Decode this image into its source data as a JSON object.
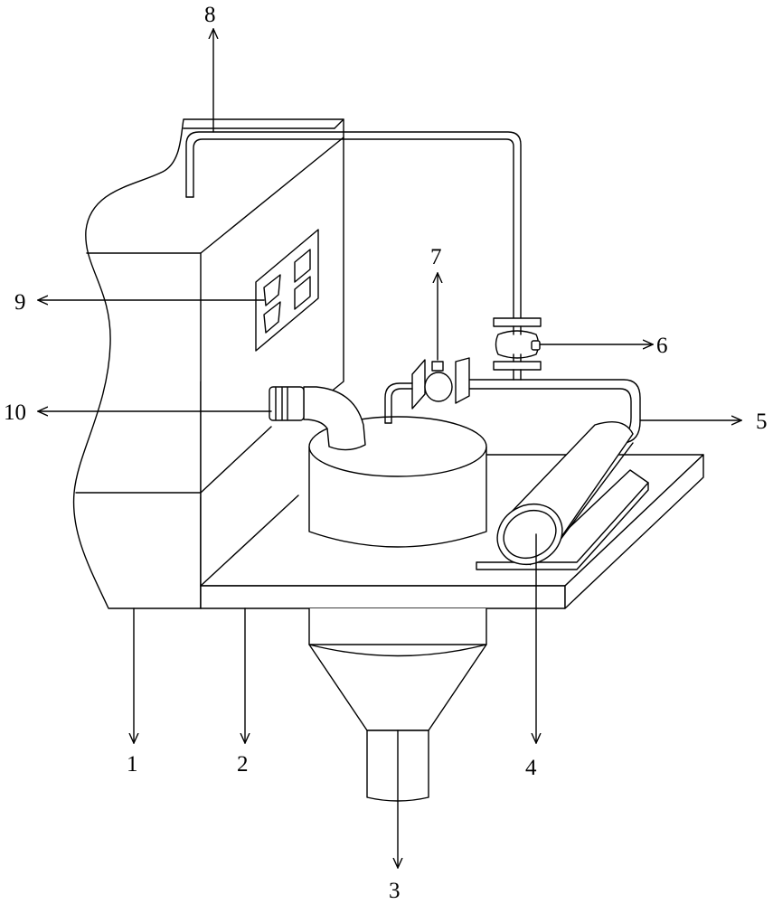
{
  "figure": {
    "labels": [
      {
        "id": "1",
        "text": "1"
      },
      {
        "id": "2",
        "text": "2"
      },
      {
        "id": "3",
        "text": "3"
      },
      {
        "id": "4",
        "text": "4"
      },
      {
        "id": "5",
        "text": "5"
      },
      {
        "id": "6",
        "text": "6"
      },
      {
        "id": "7",
        "text": "7"
      },
      {
        "id": "8",
        "text": "8"
      },
      {
        "id": "9",
        "text": "9"
      },
      {
        "id": "10",
        "text": "10"
      }
    ]
  }
}
